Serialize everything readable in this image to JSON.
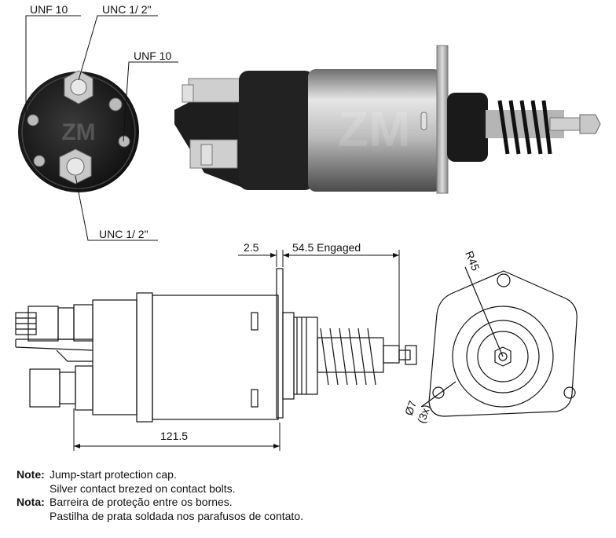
{
  "callouts": {
    "top_left": "UNF 10",
    "top_mid": "UNC 1/ 2\"",
    "right": "UNF 10",
    "bottom": "UNC 1/ 2\""
  },
  "dimensions": {
    "gap": "2.5",
    "stroke": "54.5 Engaged",
    "length": "121.5",
    "radius": "R45",
    "hole_dia": "Ø7",
    "hole_count": "(3x)"
  },
  "notes": {
    "note_key": "Note:",
    "note_line1": "Jump-start protection cap.",
    "note_line2": "Silver contact brezed on contact bolts.",
    "nota_key": "Nota:",
    "nota_line1": "Barreira  de proteção entre os bornes.",
    "nota_line2": "Pastilha de prata soldada nos parafusos de contato."
  },
  "colors": {
    "line": "#111111",
    "body_gray": "#a9a9a9",
    "dark": "#1e1e1e"
  }
}
